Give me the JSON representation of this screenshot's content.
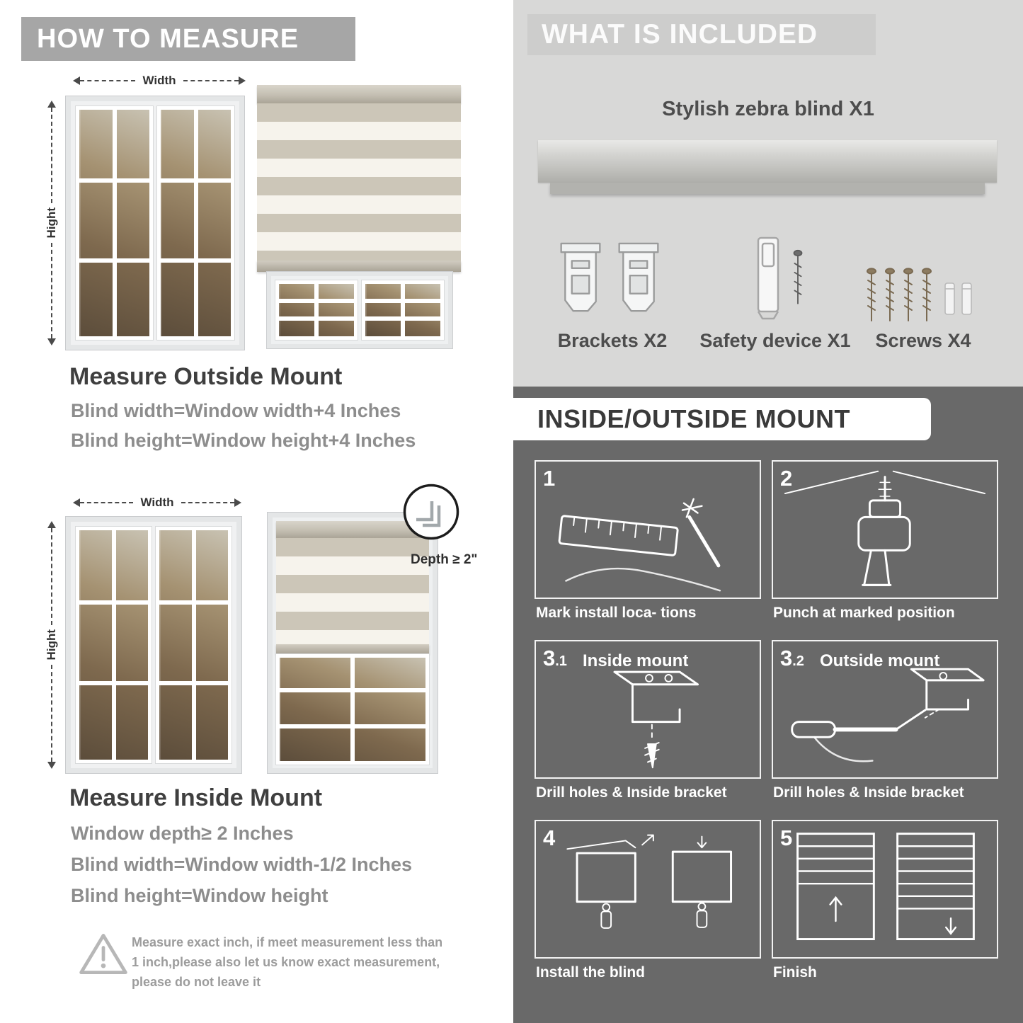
{
  "left": {
    "banner": "HOW TO MEASURE",
    "outside": {
      "width_label": "Width",
      "height_label": "Hight",
      "heading": "Measure Outside Mount",
      "line1": "Blind width=Window width+4 Inches",
      "line2": "Blind height=Window height+4 Inches"
    },
    "inside": {
      "width_label": "Width",
      "height_label": "Hight",
      "depth_label": "Depth ≥ 2\"",
      "heading": "Measure Inside Mount",
      "line1": "Window depth≥ 2 Inches",
      "line2": "Blind width=Window width-1/2 Inches",
      "line3": "Blind height=Window height"
    },
    "warning_text": "Measure exact inch, if meet measurement less than 1 inch,please also let us know exact measurement, please do not leave it"
  },
  "included": {
    "banner": "WHAT IS INCLUDED",
    "product": "Stylish zebra blind X1",
    "brackets_label": "Brackets X2",
    "safety_label": "Safety device X1",
    "screws_label": "Screws X4"
  },
  "mount": {
    "banner": "INSIDE/OUTSIDE MOUNT",
    "steps": [
      {
        "num": "1",
        "sub": "",
        "title": "",
        "caption": "Mark install loca- tions"
      },
      {
        "num": "2",
        "sub": "",
        "title": "",
        "caption": "Punch at  marked position"
      },
      {
        "num": "3",
        "sub": ".1",
        "title": "Inside mount",
        "caption": "Drill holes &  Inside bracket"
      },
      {
        "num": "3",
        "sub": ".2",
        "title": "Outside mount",
        "caption": "Drill holes &  Inside bracket"
      },
      {
        "num": "4",
        "sub": "",
        "title": "",
        "caption": "Install the blind"
      },
      {
        "num": "5",
        "sub": "",
        "title": "",
        "caption": "Finish"
      }
    ]
  }
}
